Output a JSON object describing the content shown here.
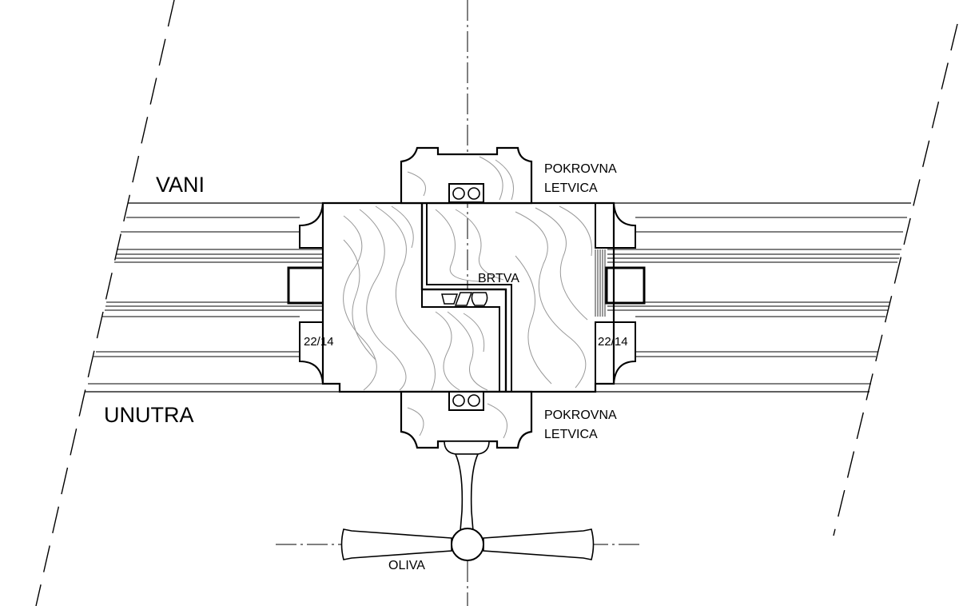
{
  "labels": {
    "outside": "VANI",
    "inside": "UNUTRA",
    "cover_strip_top_line1": "POKROVNA",
    "cover_strip_top_line2": "LETVICA",
    "cover_strip_bottom_line1": "POKROVNA",
    "cover_strip_bottom_line2": "LETVICA",
    "seal": "BRTVA",
    "handle": "OLIVA",
    "profile_left": "22/14",
    "profile_right": "22/14"
  },
  "colors": {
    "line": "#000000",
    "wood_grain": "#999999",
    "background": "#ffffff"
  }
}
